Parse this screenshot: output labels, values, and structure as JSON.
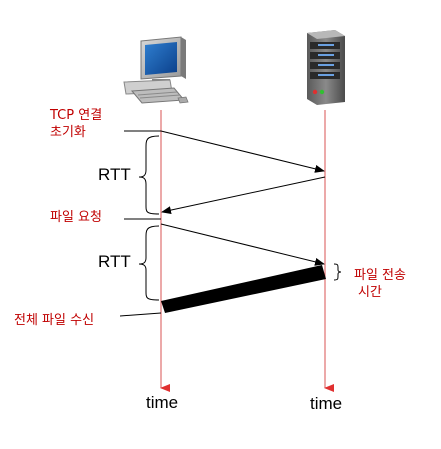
{
  "labels": {
    "tcp_init_line1": "TCP 연결",
    "tcp_init_line2": "초기화",
    "file_request": "파일 요청",
    "file_transfer_line1": "파일 전송",
    "file_transfer_line2": "시간",
    "file_received": "전체 파일 수신",
    "rtt_1": "RTT",
    "rtt_2": "RTT",
    "time_client": "time",
    "time_server": "time"
  },
  "icons": {
    "client": "desktop-computer-icon",
    "server": "server-tower-icon"
  },
  "colors": {
    "timeline": "#e07070",
    "label": "#c00000",
    "arrow": "#000000",
    "transfer_bar": "#000000"
  }
}
